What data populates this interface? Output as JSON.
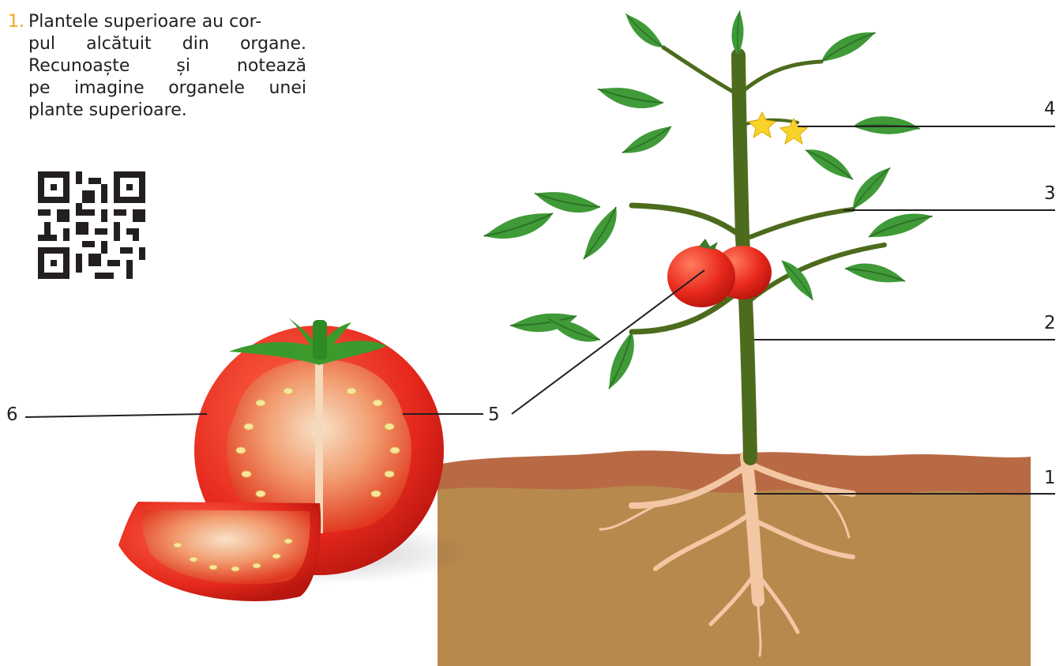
{
  "exercise": {
    "number": "1.",
    "lines": [
      "Plantele superioare au cor-",
      "pul alcătuit din organe.",
      "Recunoaște și notează",
      "pe imagine organele unei",
      "plante superioare."
    ]
  },
  "qr": {
    "icon": "qr-code-icon"
  },
  "labels": [
    "1",
    "2",
    "3",
    "4",
    "5",
    "6"
  ],
  "colors": {
    "accent": "#f0a81a",
    "soil_top": "#b86a45",
    "soil": "#b8894d",
    "leaf": "#3f9a37",
    "stem": "#4d6b1d",
    "tomato": "#e5281c",
    "root": "#f3c7a4"
  }
}
